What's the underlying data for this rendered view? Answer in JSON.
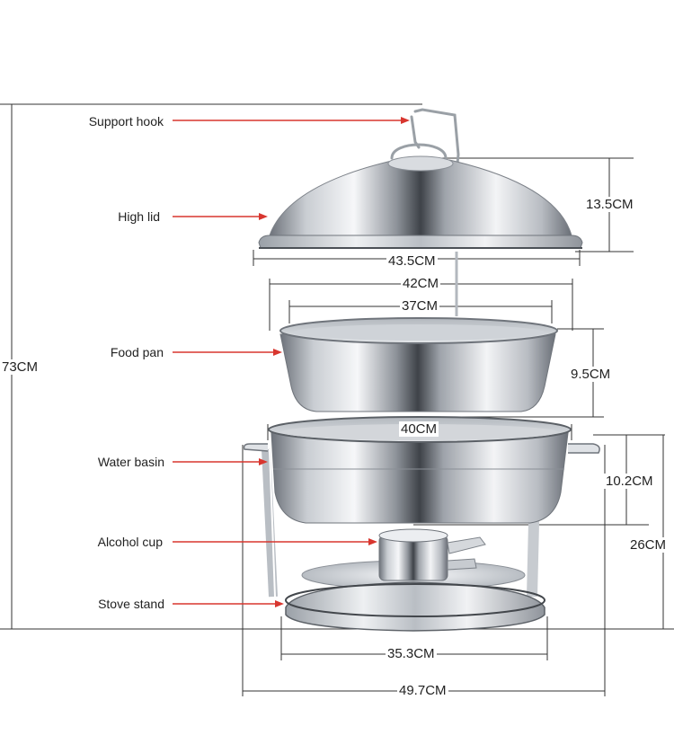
{
  "labels": {
    "support_hook": "Support hook",
    "high_lid": "High lid",
    "food_pan": "Food pan",
    "water_basin": "Water basin",
    "alcohol_cup": "Alcohol cup",
    "stove_stand": "Stove stand"
  },
  "dimensions": {
    "total_height": "73CM",
    "lid_height": "13.5CM",
    "lid_width": "43.5CM",
    "pan_outer": "42CM",
    "pan_inner": "37CM",
    "pan_height": "9.5CM",
    "basin_width": "40CM",
    "basin_height": "10.2CM",
    "stand_height": "26CM",
    "stand_base": "35.3CM",
    "overall_width": "49.7CM"
  },
  "colors": {
    "arrow": "#d8362f",
    "dimension_line": "#333333",
    "steel_light": "#f4f6f8",
    "steel_dark": "#5a5f66"
  }
}
